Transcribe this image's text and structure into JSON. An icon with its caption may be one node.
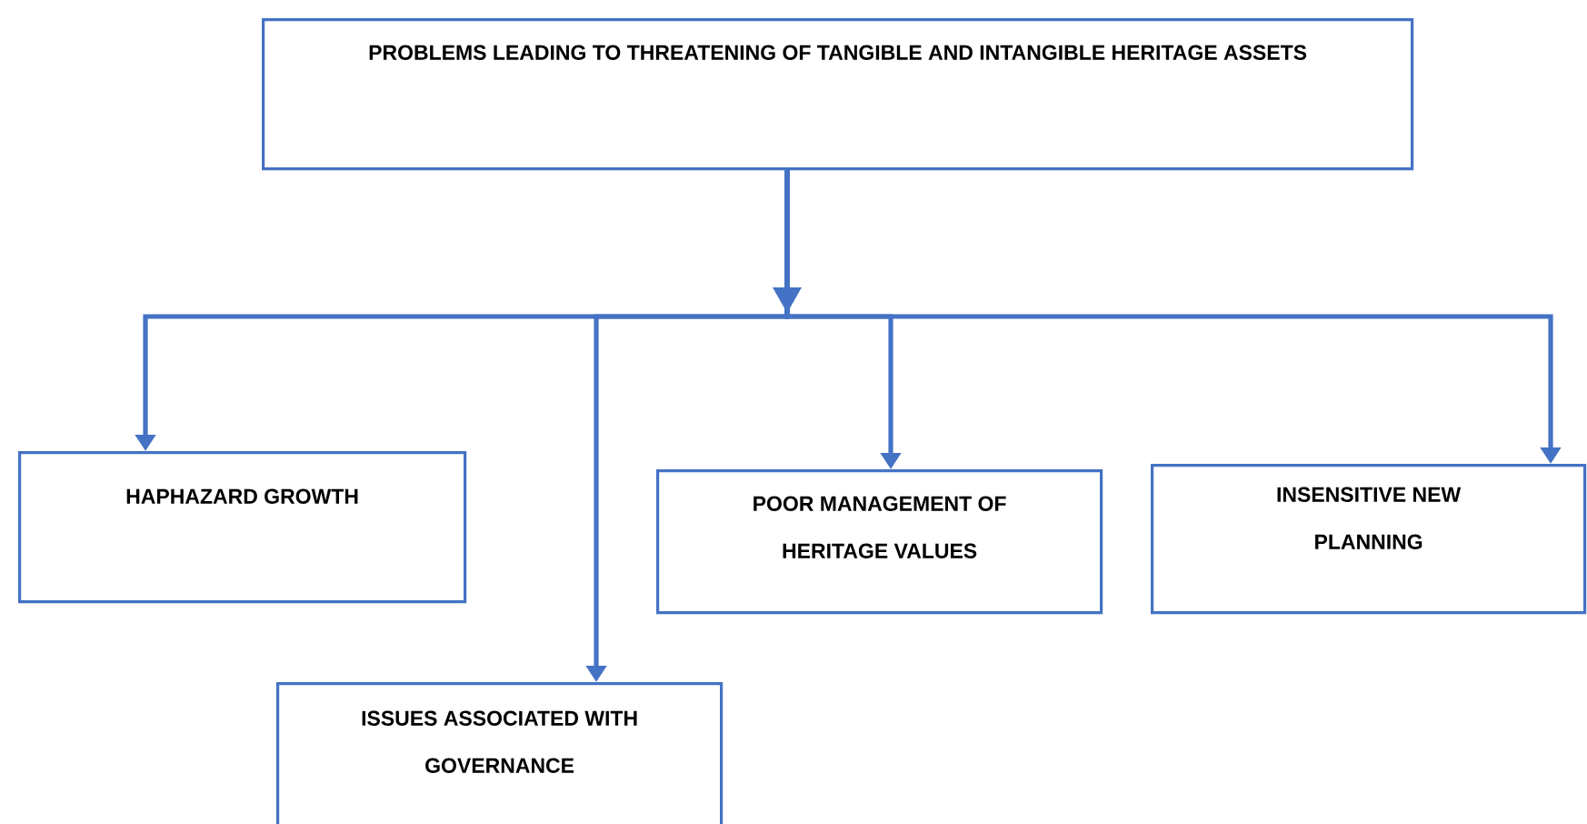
{
  "diagram": {
    "nodes": [
      {
        "text": [
          "PROBLEMS LEADING TO THREATENING OF TANGIBLE AND INTANGIBLE HERITAGE ASSETS"
        ]
      },
      {
        "text": [
          "HAPHAZARD GROWTH"
        ]
      },
      {
        "text": [
          "ISSUES ASSOCIATED WITH GOVERNANCE"
        ]
      },
      {
        "text": [
          "POOR MANAGEMENT OF HERITAGE VALUES"
        ]
      },
      {
        "text": [
          "INSENSITIVE NEW PLANNING"
        ]
      }
    ],
    "edges": [
      {
        "from": 0,
        "to": 1,
        "arrow": "to"
      },
      {
        "from": 0,
        "to": 2,
        "arrow": "to"
      },
      {
        "from": 0,
        "to": 3,
        "arrow": "to"
      },
      {
        "from": 0,
        "to": 4,
        "arrow": "to"
      }
    ]
  }
}
